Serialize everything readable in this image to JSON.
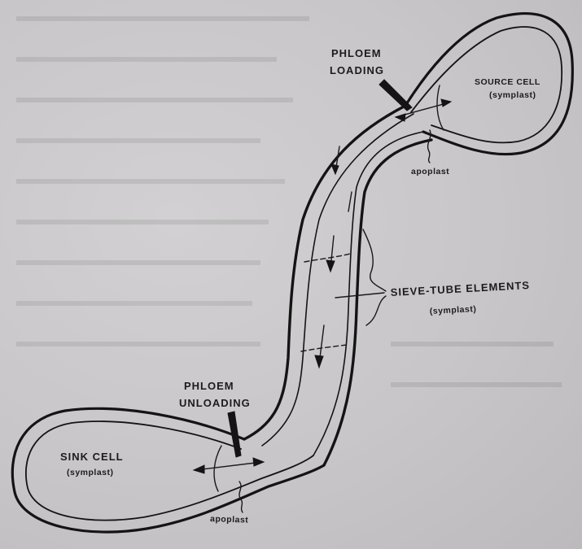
{
  "labels": {
    "phloem_loading_line1": "PHLOEM",
    "phloem_loading_line2": "LOADING",
    "source_cell": "SOURCE CELL",
    "source_symplast": "(symplast)",
    "apoplast_upper": "apoplast",
    "sieve_tube": "SIEVE-TUBE ELEMENTS",
    "sieve_symplast": "(symplast)",
    "phloem_unloading_line1": "PHLOEM",
    "phloem_unloading_line2": "UNLOADING",
    "sink_cell": "SINK CELL",
    "sink_symplast": "(symplast)",
    "apoplast_lower": "apoplast"
  },
  "colors": {
    "background": "#c9c7c9",
    "ink": "#141414"
  }
}
